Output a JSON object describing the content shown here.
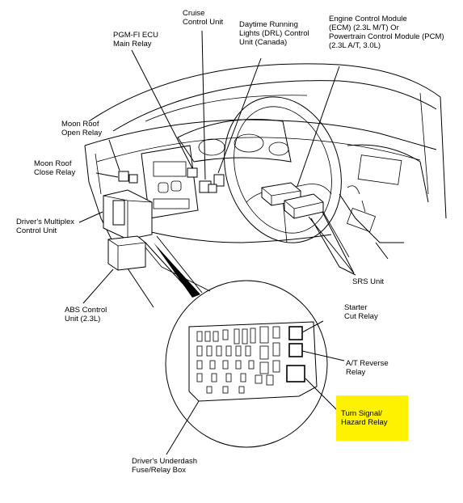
{
  "colors": {
    "background": "#ffffff",
    "line": "#000000",
    "highlight": "#fff200"
  },
  "labels": {
    "cruise": [
      "Cruise",
      "Control Unit"
    ],
    "pgm": [
      "PGM-FI ECU",
      "Main Relay"
    ],
    "drl": [
      "Daytime Running",
      "Lights (DRL) Control",
      "Unit (Canada)"
    ],
    "ecm": [
      "Engine Control Module",
      "(ECM) (2.3L M/T) Or",
      "Powertrain Control Module (PCM)",
      "(2.3L A/T, 3.0L)"
    ],
    "moon_open": [
      "Moon Roof",
      "Open Relay"
    ],
    "moon_close": [
      "Moon Roof",
      "Close Relay"
    ],
    "multiplex": [
      "Driver's Multiplex",
      "Control Unit"
    ],
    "abs": [
      "ABS Control",
      "Unit (2.3L)"
    ],
    "srs": [
      "SRS Unit"
    ],
    "starter": [
      "Starter",
      "Cut Relay"
    ],
    "at_reverse": [
      "A/T Reverse",
      "Relay"
    ],
    "turn_signal": [
      "Turn Signal/",
      "Hazard Relay"
    ],
    "fuse_box": [
      "Driver's Underdash",
      "Fuse/Relay Box"
    ]
  }
}
